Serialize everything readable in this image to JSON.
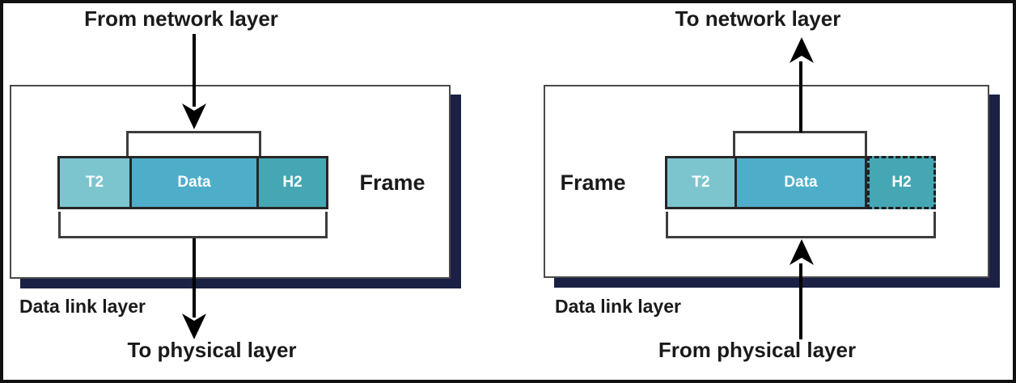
{
  "colors": {
    "t2": "#7cc5cf",
    "data": "#4eaec9",
    "h2": "#45a7b3",
    "shadow": "#1a2145"
  },
  "left": {
    "top_label": "From network layer",
    "frame_label": "Frame",
    "segments": [
      {
        "label": "T2"
      },
      {
        "label": "Data"
      },
      {
        "label": "H2"
      }
    ],
    "layer_label": "Data link layer",
    "bottom_label": "To physical layer"
  },
  "right": {
    "top_label": "To network layer",
    "frame_label": "Frame",
    "segments": [
      {
        "label": "T2"
      },
      {
        "label": "Data"
      },
      {
        "label": "H2"
      }
    ],
    "layer_label": "Data link layer",
    "bottom_label": "From physical layer"
  }
}
